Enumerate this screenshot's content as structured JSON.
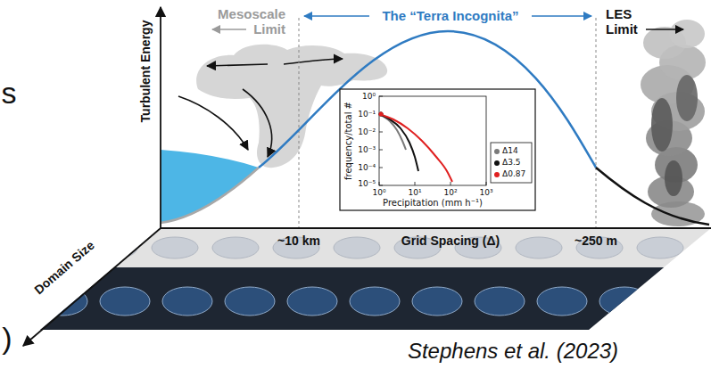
{
  "diagram": {
    "caption": "Stephens et al. (2023)",
    "labels": [
      "s",
      ")",
      "Mesoscale Limit",
      "The “Terra Incognita”",
      "LES Limit",
      "Turbulent Energy",
      "Domain Size",
      "~10 km",
      "Grid Spacing (Δ)",
      "~250 m",
      "frequency/total #",
      "Precipitation (mm h⁻¹)",
      "10⁰",
      "10⁻¹",
      "10⁻²",
      "10⁻³",
      "10⁻⁴",
      "10⁻⁵",
      "10⁰",
      "10¹",
      "10²",
      "10³"
    ],
    "legend": [
      {
        "text": "Δ14",
        "color": "#7a7a7a"
      },
      {
        "text": "Δ3.5",
        "color": "#111111"
      },
      {
        "text": "Δ0.87",
        "color": "#e02020"
      }
    ]
  }
}
